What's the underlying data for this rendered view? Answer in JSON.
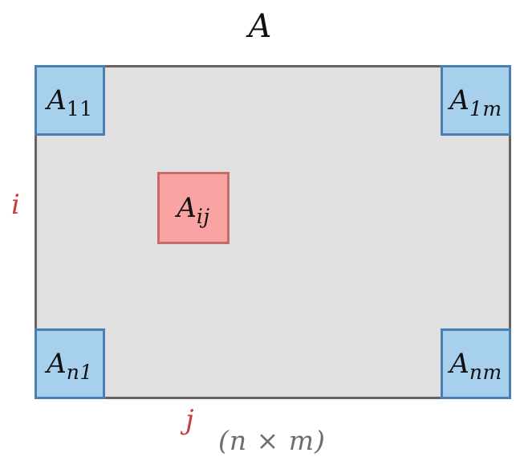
{
  "diagram": {
    "title": "A",
    "dimensions_caption": "(n × m)",
    "row_index_label": "i",
    "col_index_label": "j",
    "matrix": {
      "rows_symbol": "n",
      "cols_symbol": "m",
      "fill_color": "#e0e0e0",
      "border_color": "#6b625f"
    },
    "corner_cells": [
      {
        "key": "top-left",
        "base": "A",
        "subscript": "11",
        "sub_row": "1",
        "sub_col": "1",
        "fill": "#a6d0ec",
        "border": "#4a7fb5"
      },
      {
        "key": "top-right",
        "base": "A",
        "subscript": "1m",
        "sub_row": "1",
        "sub_col": "m",
        "fill": "#a6d0ec",
        "border": "#4a7fb5"
      },
      {
        "key": "bottom-left",
        "base": "A",
        "subscript": "n1",
        "sub_row": "n",
        "sub_col": "1",
        "fill": "#a6d0ec",
        "border": "#4a7fb5"
      },
      {
        "key": "bottom-right",
        "base": "A",
        "subscript": "nm",
        "sub_row": "n",
        "sub_col": "m",
        "fill": "#a6d0ec",
        "border": "#4a7fb5"
      }
    ],
    "highlight_cell": {
      "key": "generic-element",
      "base": "A",
      "subscript": "ij",
      "sub_row": "i",
      "sub_col": "j",
      "fill": "#f9a3a3",
      "border": "#c96a6a"
    },
    "colors": {
      "index_label": "#cc3b3b",
      "caption": "#6e6e6e",
      "text": "#111111",
      "background": "#ffffff"
    }
  }
}
